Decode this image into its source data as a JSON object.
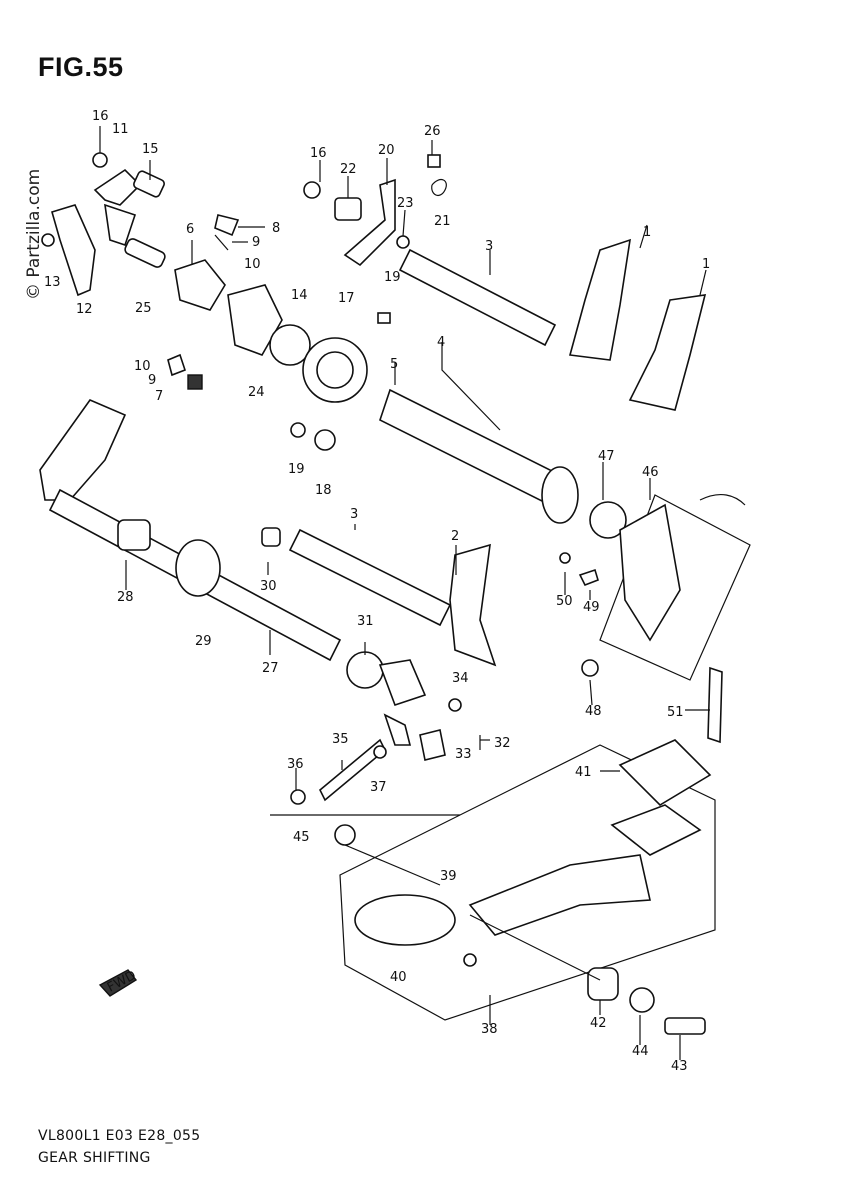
{
  "figure": {
    "title": "FIG.55",
    "code": "VL800L1 E03 E28_055",
    "name": "GEAR SHIFTING",
    "watermark": "© Partzilla.com",
    "direction_badge": "FWD"
  },
  "labels": {
    "p1a": "1",
    "p1b": "1",
    "p2": "2",
    "p3a": "3",
    "p3b": "3",
    "p4": "4",
    "p5": "5",
    "p6": "6",
    "p7": "7",
    "p8": "8",
    "p9a": "9",
    "p9b": "9",
    "p10a": "10",
    "p10b": "10",
    "p11": "11",
    "p12": "12",
    "p13": "13",
    "p14": "14",
    "p15": "15",
    "p16a": "16",
    "p16b": "16",
    "p17": "17",
    "p18": "18",
    "p19a": "19",
    "p19b": "19",
    "p20": "20",
    "p21": "21",
    "p22": "22",
    "p23": "23",
    "p24": "24",
    "p25": "25",
    "p26": "26",
    "p27": "27",
    "p28": "28",
    "p29": "29",
    "p30": "30",
    "p31": "31",
    "p32": "32",
    "p33": "33",
    "p34": "34",
    "p35": "35",
    "p36": "36",
    "p37": "37",
    "p38": "38",
    "p39": "39",
    "p40": "40",
    "p41": "41",
    "p42": "42",
    "p43": "43",
    "p44": "44",
    "p45": "45",
    "p46": "46",
    "p47": "47",
    "p48": "48",
    "p49": "49",
    "p50": "50",
    "p51": "51"
  }
}
